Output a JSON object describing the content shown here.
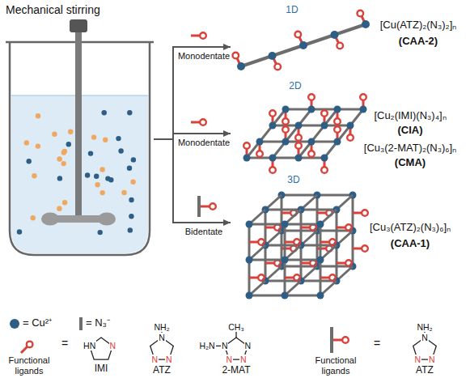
{
  "diagram": {
    "nodes": [
      {
        "text": [
          "Mechanical stirring"
        ]
      },
      {
        "text": [
          "1D",
          "[Cu(ATZ)₂(N₃)₂]ₙ",
          "(CAA-2)"
        ]
      },
      {
        "text": [
          "2D",
          "[Cu₂(IMI)(N₃)₄]ₙ",
          "(CIA)",
          "[Cu₃(2-MAT)₂(N₃)₆]ₙ",
          "(CMA)"
        ]
      },
      {
        "text": [
          "3D",
          "[Cu₃(ATZ)₂(N₃)₆]ₙ",
          "(CAA-1)"
        ]
      }
    ],
    "edges": [
      {
        "from": 0,
        "to": 1,
        "label": "Monodentate",
        "arrow": "to"
      },
      {
        "from": 0,
        "to": 2,
        "label": "Monodentate",
        "arrow": "to"
      },
      {
        "from": 0,
        "to": 3,
        "label": "Bidentate",
        "arrow": "to"
      }
    ],
    "labels": [
      "Functional ligands",
      "=",
      "HN",
      "N",
      "IMI",
      "NH₂",
      "N",
      "N",
      "N",
      "ATZ",
      "CH₃",
      "H₂N",
      "N",
      "N",
      "N",
      "N",
      "2-MAT",
      "Functional ligands",
      "=",
      "NH₂",
      "N",
      "N",
      "N",
      "ATZ"
    ],
    "legend": [
      {
        "text": "= Cu²⁺",
        "color": "#2e5d86"
      },
      {
        "text": "= N₃⁻",
        "color": "#6d6d6d"
      }
    ]
  }
}
